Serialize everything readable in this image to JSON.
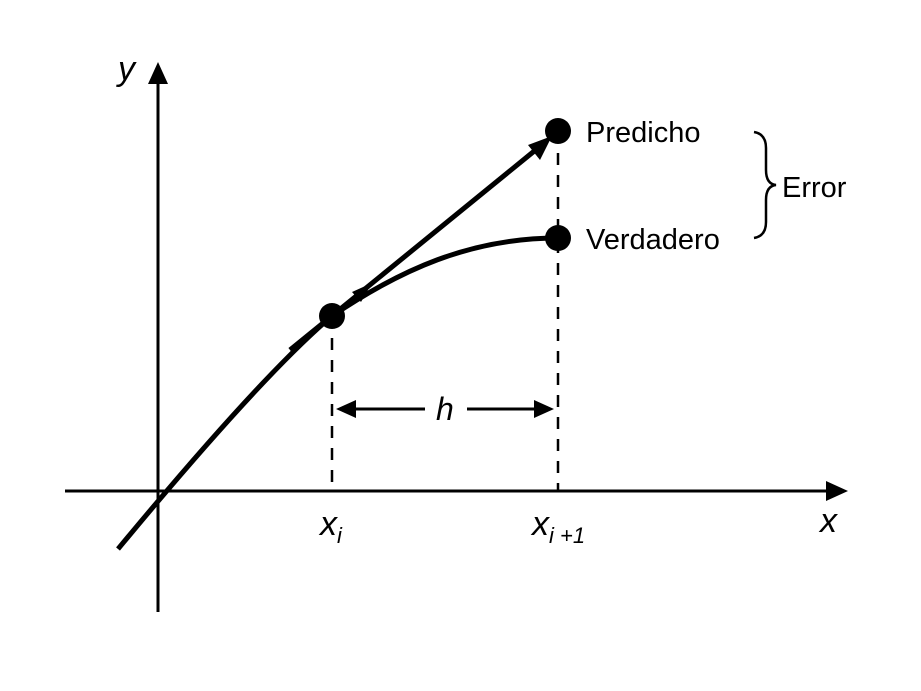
{
  "axes": {
    "x_label": "x",
    "y_label": "y"
  },
  "ticks": {
    "xi": {
      "base": "x",
      "sub": "i"
    },
    "xi1": {
      "base": "x",
      "sub": "i +1"
    }
  },
  "step": {
    "label": "h"
  },
  "points": {
    "predicted": "Predicho",
    "true": "Verdadero"
  },
  "error_label": "Error",
  "colors": {
    "ink": "#000000",
    "background": "#ffffff"
  }
}
